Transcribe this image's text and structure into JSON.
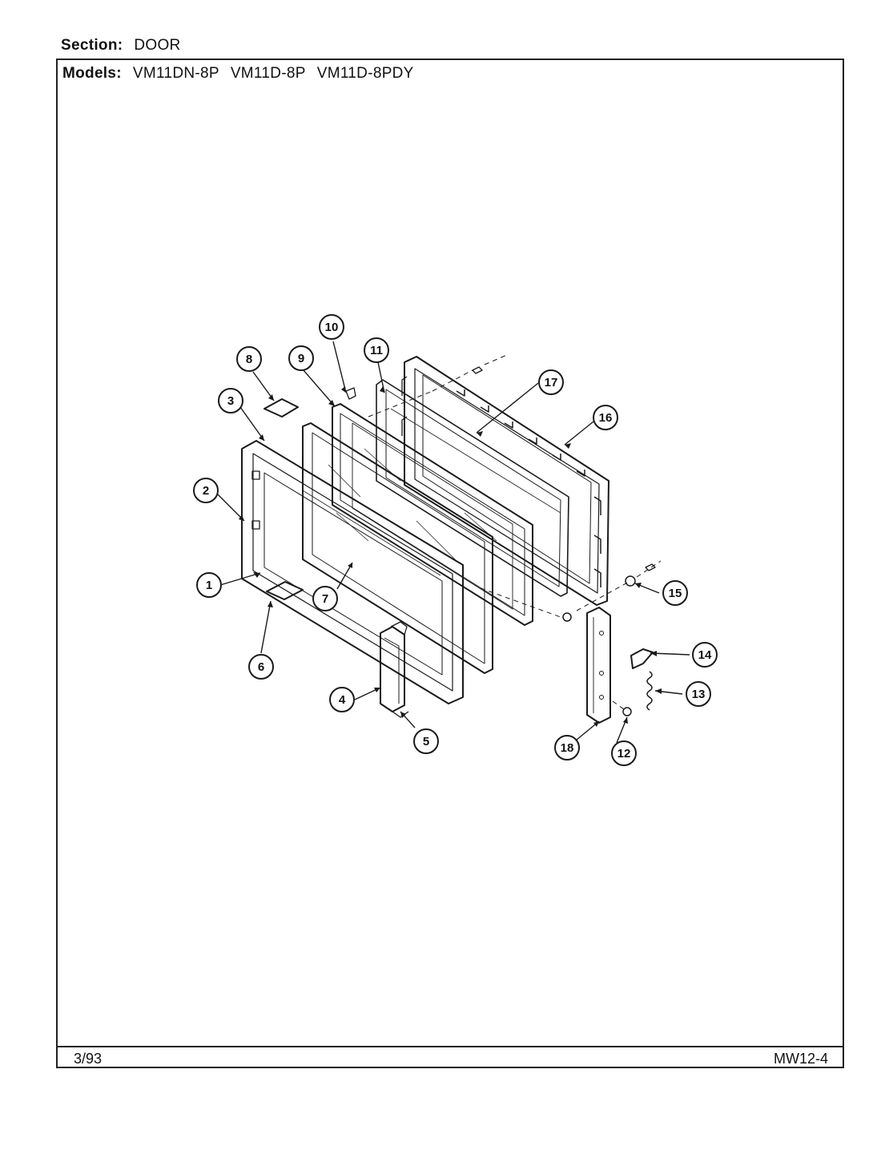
{
  "header": {
    "section_label": "Section:",
    "section_value": "DOOR",
    "models_label": "Models:",
    "models": [
      "VM11DN-8P",
      "VM11D-8P",
      "VM11D-8PDY"
    ]
  },
  "footer": {
    "date": "3/93",
    "page_code": "MW12-4"
  },
  "callouts": [
    "1",
    "2",
    "3",
    "4",
    "5",
    "6",
    "7",
    "8",
    "9",
    "10",
    "11",
    "12",
    "13",
    "14",
    "15",
    "16",
    "17",
    "18"
  ]
}
